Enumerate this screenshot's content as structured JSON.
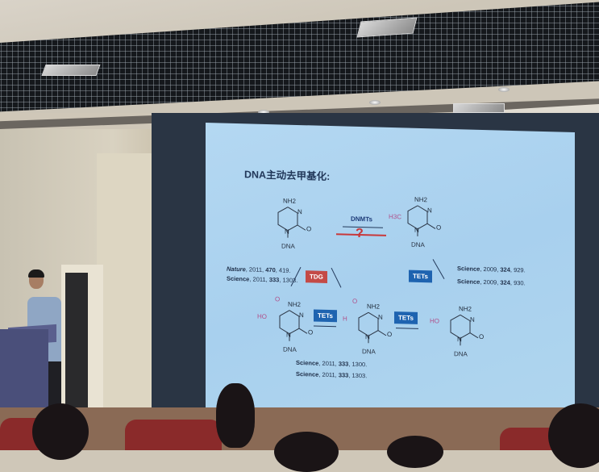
{
  "scene": {
    "description": "Lecture hall photo: speaker at podium presenting a slide on DNA active demethylation",
    "elements": [
      "grid-ceiling",
      "ceiling-vents",
      "recessed-lights",
      "projection-screen",
      "speaker",
      "podium",
      "door",
      "audience-heads",
      "red-seats"
    ]
  },
  "slide": {
    "title": "DNA主动去甲基化:",
    "molecules": {
      "cytosine": {
        "top_group": "NH2",
        "ring_n": "N",
        "carbonyl": "O",
        "ring_n1": "N",
        "label": "DNA"
      },
      "methylcytosine": {
        "substituent": "H3C",
        "top_group": "NH2",
        "ring_n": "N",
        "carbonyl": "O",
        "ring_n1": "N",
        "label": "DNA"
      },
      "hydroxymethylcytosine": {
        "substituent": "HO",
        "top_group": "NH2",
        "ring_n": "N",
        "carbonyl": "O",
        "ring_n1": "N",
        "label": "DNA"
      },
      "formylcytosine": {
        "substituent_h": "H",
        "substituent_o": "O",
        "top_group": "NH2",
        "ring_n": "N",
        "carbonyl": "O",
        "ring_n1": "N",
        "label": "DNA"
      },
      "carboxylcytosine": {
        "substituent": "HO",
        "substituent_o": "O",
        "top_group": "NH2",
        "ring_n": "N",
        "carbonyl": "O",
        "ring_n1": "N",
        "label": "DNA"
      }
    },
    "enzymes": {
      "dnmts": "DNMTs",
      "question": "?",
      "tets_1": "TETs",
      "tets_2": "TETs",
      "tets_3": "TETs",
      "tdg": "TDG"
    },
    "references": {
      "tdg_ref_1": {
        "journal": "Nature",
        "rest": ", 2011, ",
        "vol": "470",
        "page": ", 419."
      },
      "tdg_ref_2": {
        "journal": "Science",
        "rest": ", 2011, ",
        "vol": "333",
        "page": ", 1303."
      },
      "tets_ref_1": {
        "journal": "Science",
        "rest": ", 2009, ",
        "vol": "324",
        "page": ", 929."
      },
      "tets_ref_2": {
        "journal": "Science",
        "rest": ", 2009, ",
        "vol": "324",
        "page": ", 930."
      },
      "bottom_ref_1": {
        "journal": "Science",
        "rest": ", 2011, ",
        "vol": "333",
        "page": ", 1300."
      },
      "bottom_ref_2": {
        "journal": "Science",
        "rest": ", 2011, ",
        "vol": "333",
        "page": ", 1303."
      }
    },
    "colors": {
      "background": "#aad2ee",
      "tets_badge": "#1e63b0",
      "tdg_badge": "#c44a46",
      "question_mark": "#c8383a",
      "substituent": "#b0508a"
    }
  }
}
